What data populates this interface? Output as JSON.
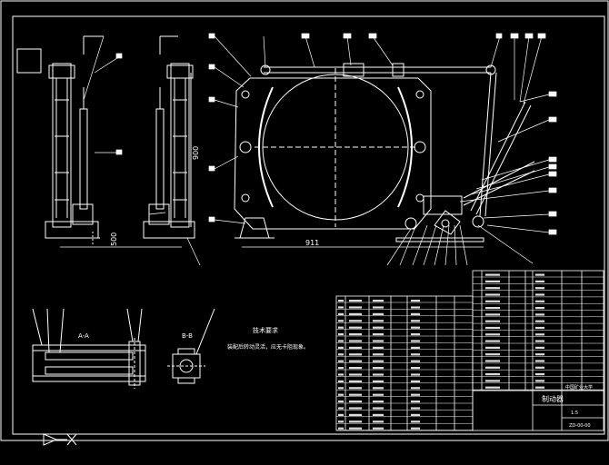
{
  "drawing": {
    "dimensions": {
      "side_width": "500",
      "side_height": "900",
      "main_width": "911"
    },
    "section_labels": {
      "section_a": "A-A",
      "section_b": "B-B"
    },
    "tech_requirements": {
      "heading": "技术要求",
      "line1": "装配后转动灵活，应无卡阻现象。"
    },
    "title_block": {
      "name": "制动器",
      "company": "中国矿业大学",
      "drawing_no": "ZD-00-00",
      "scale": "1:5"
    },
    "colors": {
      "background": "#000000",
      "lines": "#ffffff",
      "dims": "#e6e6e6"
    }
  }
}
